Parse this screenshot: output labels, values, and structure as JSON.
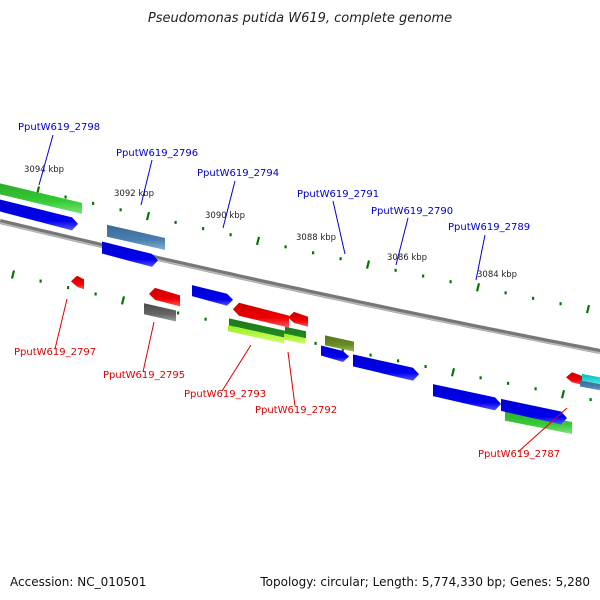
{
  "title": "Pseudomonas putida W619, complete genome",
  "footer": {
    "accession": "Accession: NC_010501",
    "summary": "Topology: circular; Length: 5,774,330 bp; Genes: 5,280"
  },
  "colors": {
    "forward_label": "#0000cc",
    "reverse_label": "#dd0000",
    "tick": "#007700",
    "backbone": "#888888"
  },
  "scale_labels": [
    {
      "kbp": 3094,
      "text": "3094 kbp"
    },
    {
      "kbp": 3092,
      "text": "3092 kbp"
    },
    {
      "kbp": 3090,
      "text": "3090 kbp"
    },
    {
      "kbp": 3088,
      "text": "3088 kbp"
    },
    {
      "kbp": 3086,
      "text": "3086 kbp"
    },
    {
      "kbp": 3084,
      "text": "3084 kbp"
    }
  ],
  "gene_labels": [
    {
      "id": "PputW619_2798",
      "strand": "forward"
    },
    {
      "id": "PputW619_2796",
      "strand": "forward"
    },
    {
      "id": "PputW619_2794",
      "strand": "forward"
    },
    {
      "id": "PputW619_2791",
      "strand": "forward"
    },
    {
      "id": "PputW619_2790",
      "strand": "forward"
    },
    {
      "id": "PputW619_2789",
      "strand": "forward"
    },
    {
      "id": "PputW619_2797",
      "strand": "reverse"
    },
    {
      "id": "PputW619_2795",
      "strand": "reverse"
    },
    {
      "id": "PputW619_2793",
      "strand": "reverse"
    },
    {
      "id": "PputW619_2792",
      "strand": "reverse"
    },
    {
      "id": "PputW619_2787",
      "strand": "reverse"
    }
  ],
  "features": [
    {
      "track": "forward-category",
      "color": "#33cc33",
      "name": "cog-green-1"
    },
    {
      "track": "forward-category",
      "color": "#4a7fb0",
      "name": "cog-steelblue"
    },
    {
      "track": "forward-category",
      "color": "#6b8e23",
      "name": "cog-olive"
    },
    {
      "track": "forward-category",
      "color": "#33cc33",
      "name": "cog-green-2"
    },
    {
      "track": "forward-cds",
      "color": "#0000ee",
      "name": "cds-forward"
    },
    {
      "track": "reverse-cds",
      "color": "#ee0000",
      "name": "cds-reverse"
    },
    {
      "track": "reverse-category",
      "color": "#666666",
      "name": "cog-gray"
    },
    {
      "track": "reverse-category",
      "color": "#228b22",
      "name": "cog-darkgreen"
    },
    {
      "track": "reverse-category",
      "color": "#adff2f",
      "name": "cog-yellowgreen"
    },
    {
      "track": "reverse-category",
      "color": "#00cccc",
      "name": "cog-cyan"
    }
  ]
}
